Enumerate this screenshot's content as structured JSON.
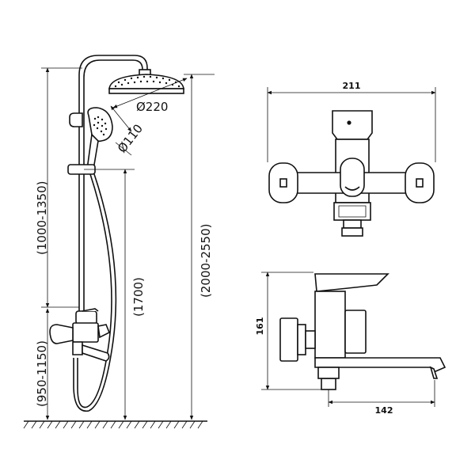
{
  "dimensions": {
    "shower_head_diameter": "Ø220",
    "hand_shower_diameter": "Ø110",
    "range_total_height": "(2000-2550)",
    "range_rail_height": "(1000-1350)",
    "range_mixer_height": "(950-1150)",
    "slider_height": "(1700)",
    "mixer_width": "211",
    "mixer_height": "161",
    "spout_length": "142"
  }
}
